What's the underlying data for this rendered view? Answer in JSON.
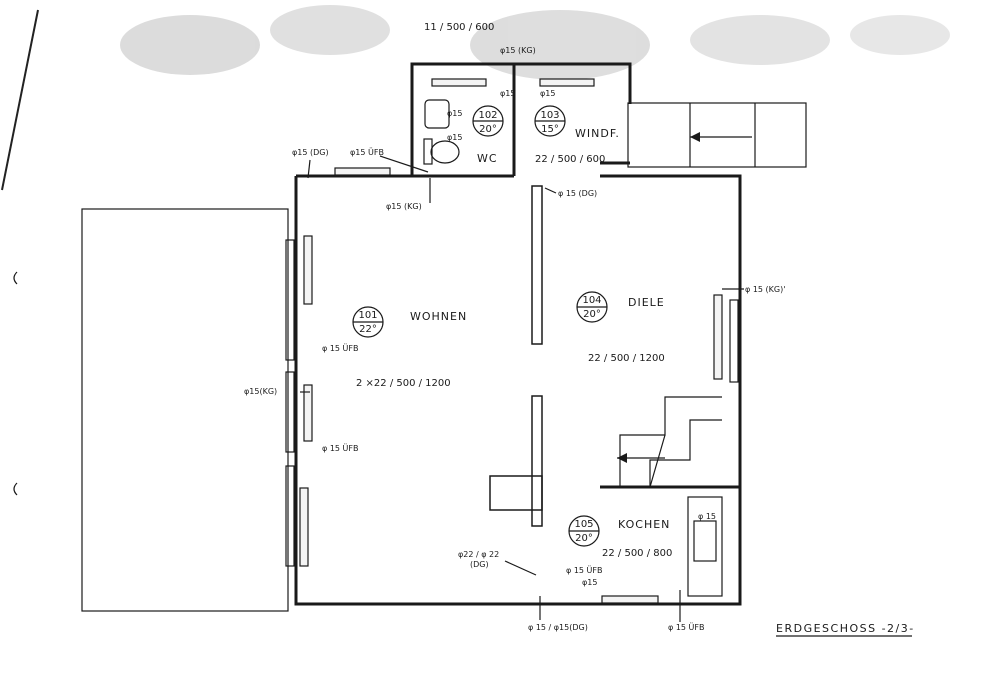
{
  "plan": {
    "title": "ERDGESCHOSS -2/3-",
    "rooms": [
      {
        "id": "101",
        "temp": "22°",
        "name": "WOHNEN",
        "spec": "2 ×22 / 500 / 1200"
      },
      {
        "id": "102",
        "temp": "20°",
        "name": "WC",
        "spec": "11 / 500 / 600"
      },
      {
        "id": "103",
        "temp": "15°",
        "name": "WINDF.",
        "spec": "22 / 500 / 600"
      },
      {
        "id": "104",
        "temp": "20°",
        "name": "DIELE",
        "spec": "22 / 500 / 1200"
      },
      {
        "id": "105",
        "temp": "20°",
        "name": "KOCHEN",
        "spec": "22 / 500 / 800"
      }
    ],
    "pipes": [
      "φ15 (KG)",
      "φ15",
      "φ15",
      "φ15",
      "φ15",
      "φ15 (DG)",
      "φ15 ÜFB",
      "φ15 (KG)",
      "φ 15 (DG)",
      "φ 15 (KG)'",
      "φ 15 ÜFB",
      "φ15(KG)",
      "φ 15 ÜFB",
      "φ22 / φ 22",
      "(DG)",
      "φ 15 ÜFB",
      "φ15",
      "φ 15",
      "φ 15 / φ15(DG)",
      "φ 15 ÜFB"
    ]
  }
}
